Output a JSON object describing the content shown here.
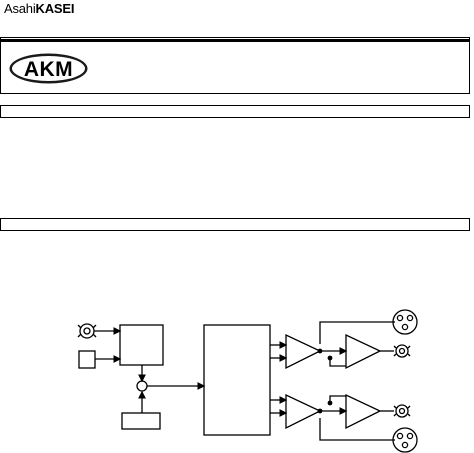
{
  "header": {
    "brand_part1": "Asahi",
    "brand_part2": "KASEI",
    "logo_text": "AKM"
  },
  "colors": {
    "ink": "#000000",
    "logo_outline": "#1a1a1a",
    "logo_fill": "#ffffff",
    "page": "#ffffff"
  },
  "icons": {
    "mic_connector": "microphone-jack-icon",
    "headphone_jack": "headphone-jack-icon",
    "xlr_connector": "xlr-connector-icon"
  }
}
